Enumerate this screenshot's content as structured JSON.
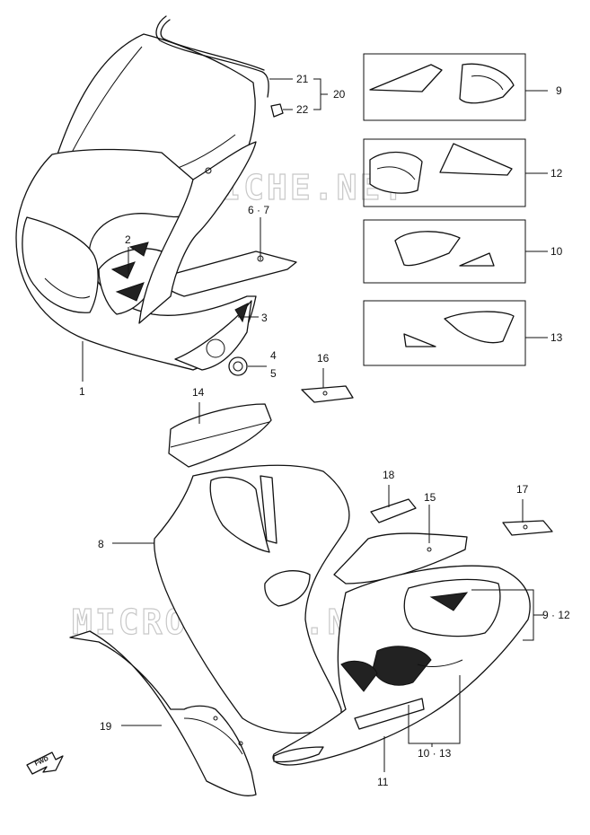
{
  "watermark": "MICROFICHE.NET",
  "fwd_label": "FWD",
  "callouts": {
    "c1": "1",
    "c2": "2",
    "c3": "3",
    "c4": "4",
    "c5": "5",
    "c6_7": "6 · 7",
    "c8": "8",
    "c9": "9",
    "c9_12": "9 · 12",
    "c10": "10",
    "c10_13": "10 · 13",
    "c11": "11",
    "c12": "12",
    "c13": "13",
    "c14": "14",
    "c15": "15",
    "c16": "16",
    "c17": "17",
    "c18": "18",
    "c19": "19",
    "c20": "20",
    "c21": "21",
    "c22": "22"
  }
}
